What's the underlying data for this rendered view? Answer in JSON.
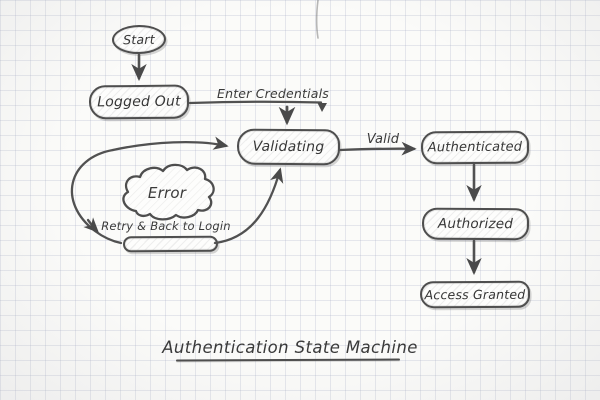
{
  "diagram": {
    "title": "Authentication State Machine",
    "nodes": {
      "start": {
        "label": "Start"
      },
      "logged_out": {
        "label": "Logged Out"
      },
      "validating": {
        "label": "Validating"
      },
      "authenticated": {
        "label": "Authenticated"
      },
      "authorized": {
        "label": "Authorized"
      },
      "access_granted": {
        "label": "Access Granted"
      },
      "error": {
        "label": "Error"
      },
      "retry_state": {
        "label": ""
      }
    },
    "edges": {
      "enter_credentials": {
        "label": "Enter Credentials"
      },
      "valid": {
        "label": "Valid"
      },
      "retry": {
        "label": "Retry & Back to Login"
      }
    },
    "colors": {
      "ink": "#4a4a4a",
      "text": "#3a3a3a",
      "paper": "#fbfbf9",
      "grid": "#e8eaef"
    }
  }
}
